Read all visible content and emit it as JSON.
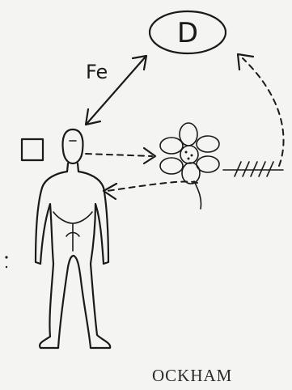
{
  "diagram": {
    "top_node_label": "D",
    "edge_label": "Fe",
    "caption": "OCKHAM",
    "colors": {
      "ink": "#1a1a1a",
      "paper": "#f4f4f2"
    },
    "icons": [
      "square-icon",
      "person-icon",
      "flower-icon",
      "signal-hatch-icon"
    ]
  }
}
